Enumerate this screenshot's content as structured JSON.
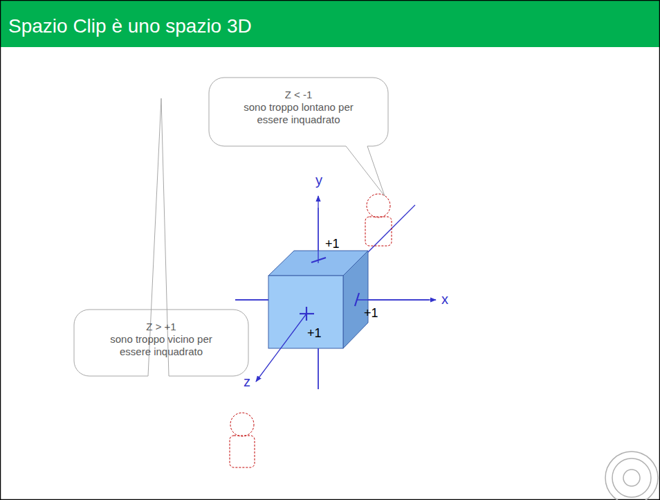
{
  "diagram": {
    "title": "Spazio Clip è uno spazio 3D",
    "nodes": [
      {
        "text": [
          "Z < -1",
          "sono troppo lontano per essere inquadrato"
        ]
      },
      {
        "text": [
          "Z > +1",
          "sono troppo vicino per essere inquadrato"
        ]
      }
    ],
    "labels": [
      "y",
      "+1",
      "x",
      "+1",
      "+1",
      "z"
    ]
  }
}
